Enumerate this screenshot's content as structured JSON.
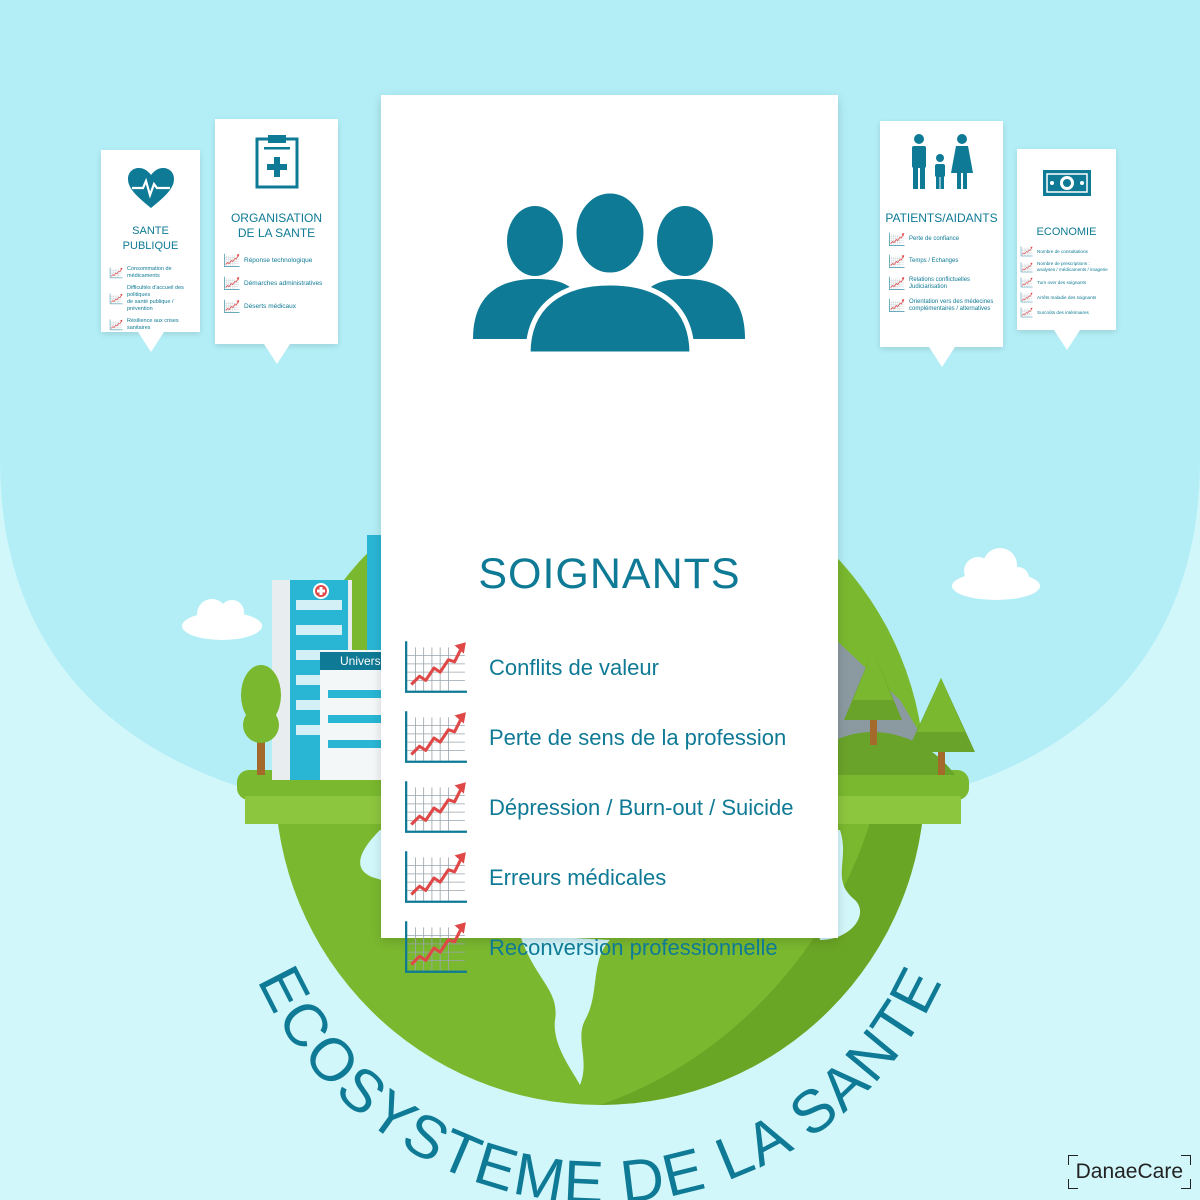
{
  "poster": {
    "curved_title": "ECOSYSTEME DE LA SANTE",
    "brand": "DanaeCare",
    "colors": {
      "sky": "#b3eef6",
      "background": "#d2f7fb",
      "accent": "#0f7a95",
      "globe_green": "#7ab82f",
      "trend_red": "#e04848"
    }
  },
  "side_cards": [
    {
      "icon": "heart-pulse-icon",
      "title": "SANTE PUBLIQUE",
      "items": [
        "Consommation de médicaments",
        "Difficultés d'accueil des politiques\nde santé publique / prévention",
        "Résilience aux crises sanitaires"
      ]
    },
    {
      "icon": "medical-clipboard-icon",
      "title": "ORGANISATION\nDE LA SANTE",
      "items": [
        "Réponse technologique",
        "Démarches administratives",
        "Déserts médicaux"
      ]
    },
    {
      "icon": "family-icon",
      "title": "PATIENTS/AIDANTS",
      "items": [
        "Perte de confiance",
        "Temps / Echanges",
        "Relations conflictuelles\nJudiciarisation",
        "Orientation vers des médecines\ncomplémentaires / alternatives"
      ]
    },
    {
      "icon": "banknote-icon",
      "title": "ECONOMIE",
      "items": [
        "Nombre de consultations",
        "Nombre de prescriptions :\nanalyses / médicaments / imagerie",
        "Turn over des soignants",
        "Arrêts maladie des soignants",
        "Surcoûts des intérimaires"
      ]
    }
  ],
  "main_card": {
    "icon": "healthcare-team-icon",
    "title": "SOIGNANTS",
    "items": [
      "Conflits de valeur",
      "Perte de sens de la profession",
      "Dépression / Burn-out / Suicide",
      "Erreurs médicales",
      "Reconversion professionnelle"
    ]
  },
  "scene": {
    "building_sign": "Univers"
  }
}
